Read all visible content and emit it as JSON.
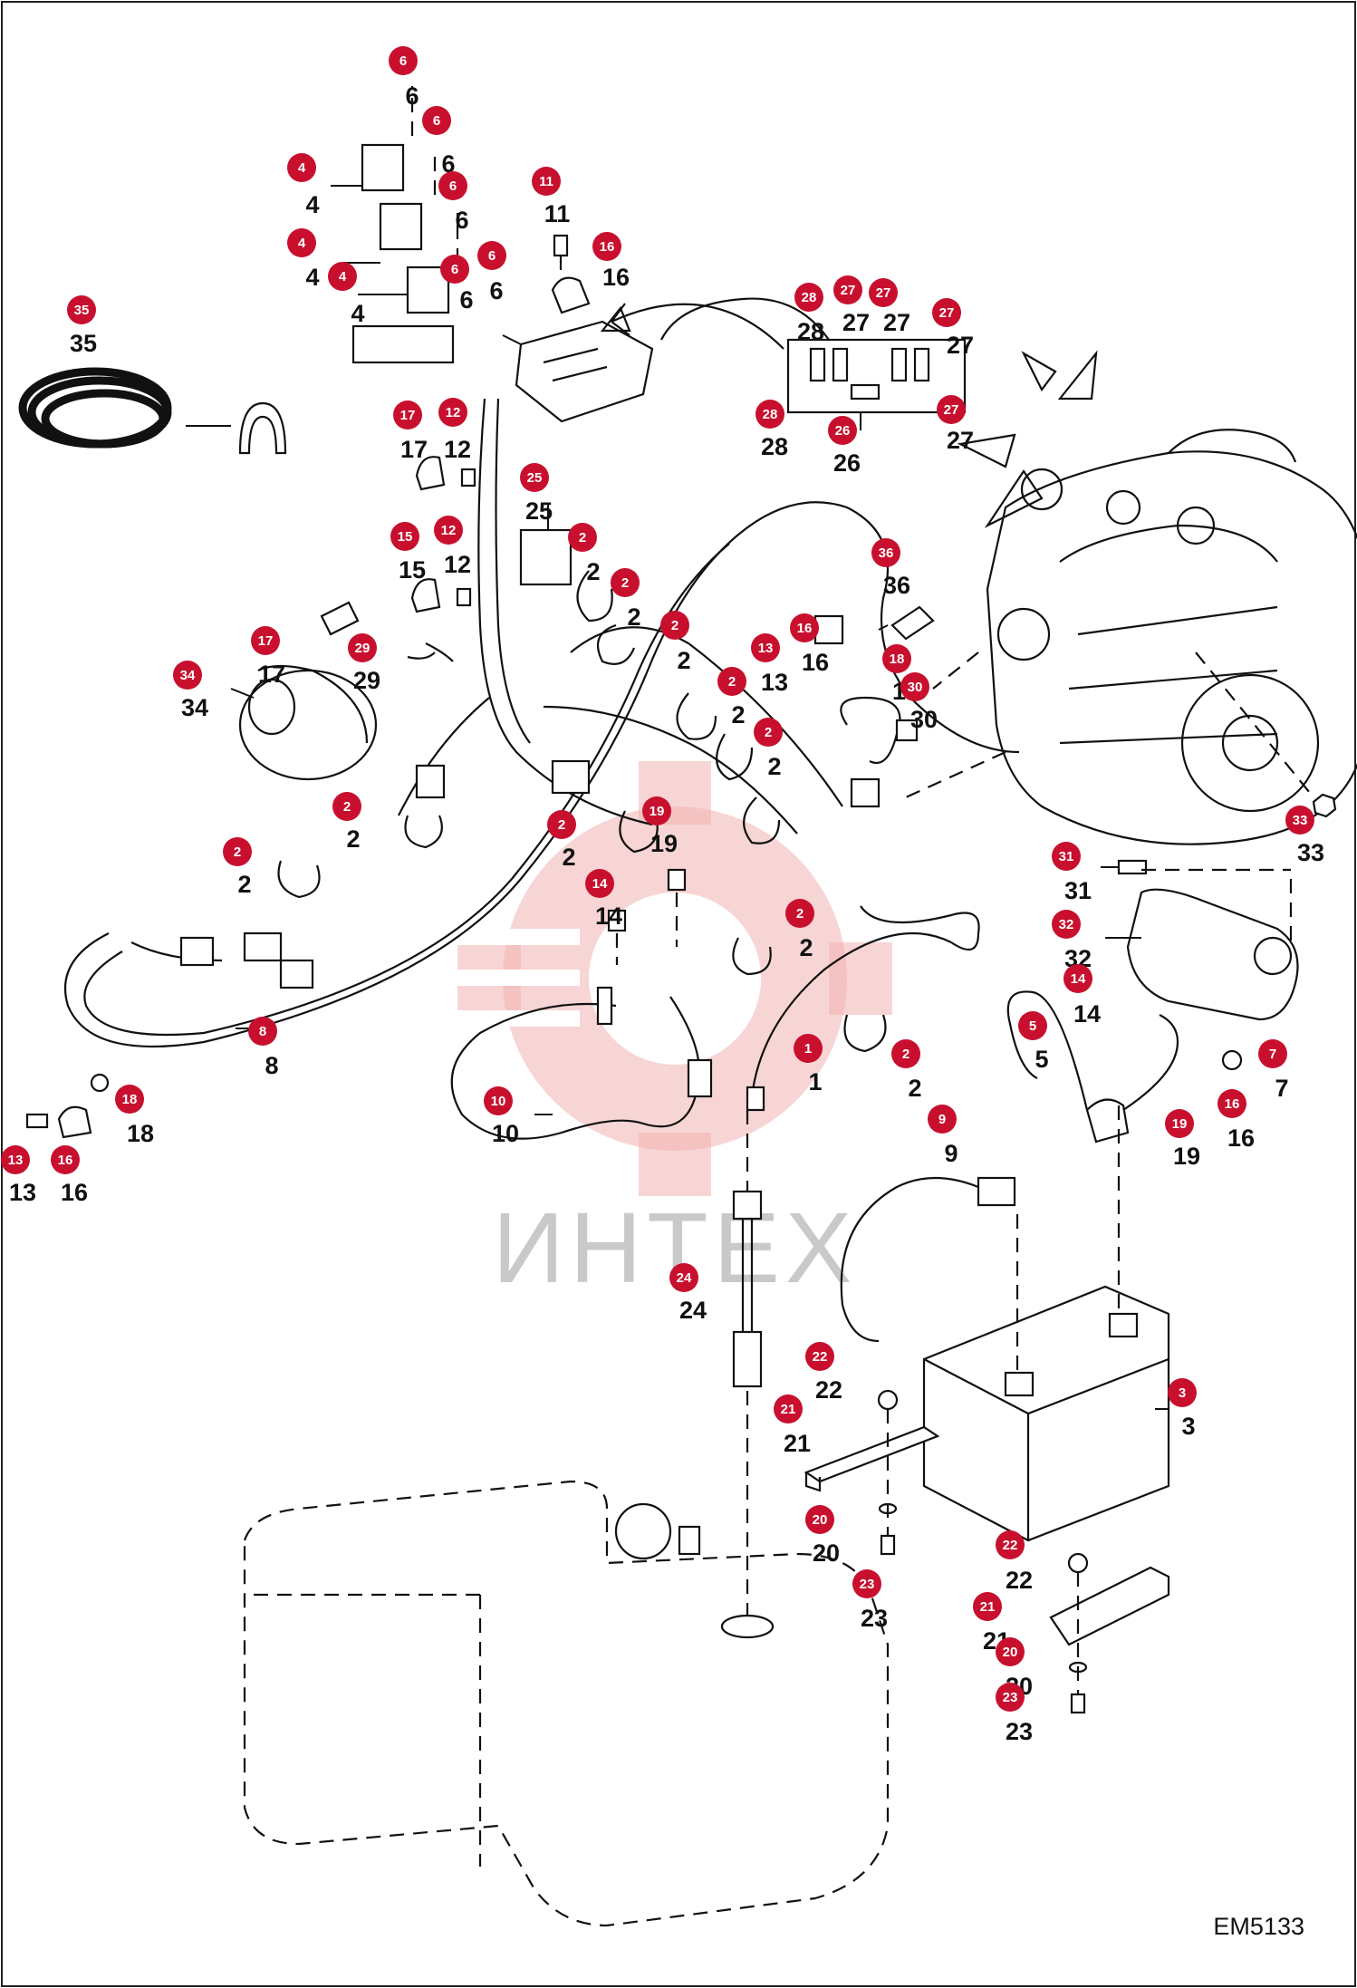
{
  "watermark": {
    "text": "ИНТЕХ",
    "color": "#f3b3b3"
  },
  "drawing_ref": "EM5133",
  "colors": {
    "callout": "#c8102e",
    "line": "#111111"
  },
  "callouts": [
    {
      "num": "1",
      "label": "1"
    },
    {
      "num": "2",
      "label": "2"
    },
    {
      "num": "3",
      "label": "3"
    },
    {
      "num": "4",
      "label": "4"
    },
    {
      "num": "5",
      "label": "5"
    },
    {
      "num": "6",
      "label": "6"
    },
    {
      "num": "7",
      "label": "7"
    },
    {
      "num": "8",
      "label": "8"
    },
    {
      "num": "9",
      "label": "9"
    },
    {
      "num": "10",
      "label": "10"
    },
    {
      "num": "11",
      "label": "11"
    },
    {
      "num": "12",
      "label": "12"
    },
    {
      "num": "13",
      "label": "13"
    },
    {
      "num": "14",
      "label": "14"
    },
    {
      "num": "15",
      "label": "15"
    },
    {
      "num": "16",
      "label": "16"
    },
    {
      "num": "17",
      "label": "17"
    },
    {
      "num": "18",
      "label": "18"
    },
    {
      "num": "19",
      "label": "19"
    },
    {
      "num": "20",
      "label": "20"
    },
    {
      "num": "21",
      "label": "21"
    },
    {
      "num": "22",
      "label": "22"
    },
    {
      "num": "23",
      "label": "23"
    },
    {
      "num": "24",
      "label": "24"
    },
    {
      "num": "25",
      "label": "25"
    },
    {
      "num": "26",
      "label": "26"
    },
    {
      "num": "27",
      "label": "27"
    },
    {
      "num": "28",
      "label": "28"
    },
    {
      "num": "29",
      "label": "29"
    },
    {
      "num": "30",
      "label": "30"
    },
    {
      "num": "31",
      "label": "31"
    },
    {
      "num": "32",
      "label": "32"
    },
    {
      "num": "33",
      "label": "33"
    },
    {
      "num": "34",
      "label": "34"
    },
    {
      "num": "35",
      "label": "35"
    },
    {
      "num": "36",
      "label": "36"
    }
  ]
}
